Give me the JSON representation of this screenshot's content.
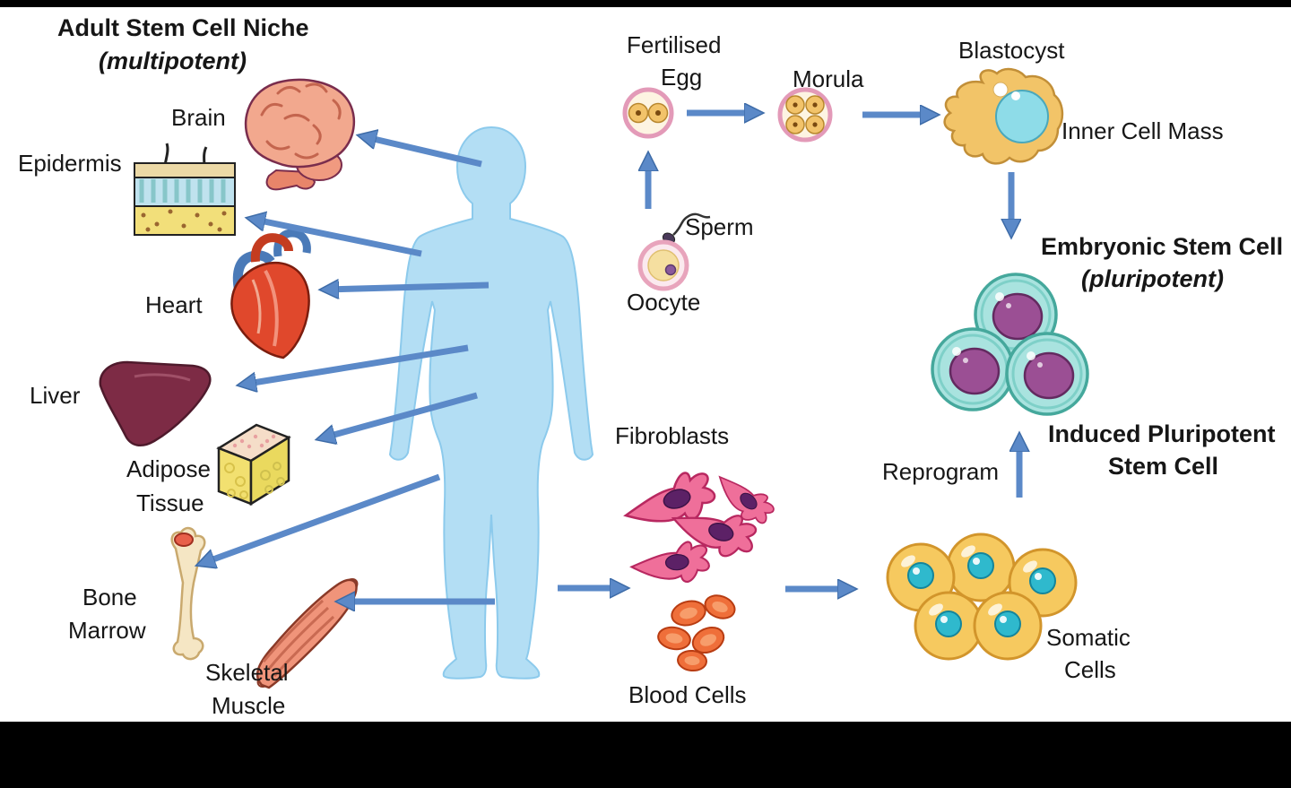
{
  "palette": {
    "arrow_blue": "#5b89c8",
    "body_blue": "#b3def4",
    "letterbox_black": "#000000",
    "esc_cell_teal": "#a9e3df",
    "esc_nucleus_purple": "#9b4f94",
    "somatic_yellow": "#f6c95f",
    "somatic_nucleus_teal": "#2fb9cd",
    "fibroblast_pink": "#ef6f9a",
    "blood_cell_orange": "#ef6f3a",
    "heart_red": "#e0482c",
    "liver_maroon": "#7d2b45"
  },
  "title": {
    "line1": "Adult Stem Cell Niche",
    "line2": "(multipotent)"
  },
  "adult_niche": {
    "brain": "Brain",
    "epidermis": "Epidermis",
    "heart": "Heart",
    "liver": "Liver",
    "adipose": {
      "line1": "Adipose",
      "line2": "Tissue"
    },
    "bone_marrow": {
      "line1": "Bone",
      "line2": "Marrow"
    },
    "skeletal_muscle": {
      "line1": "Skeletal",
      "line2": "Muscle"
    }
  },
  "embryonic_pathway": {
    "fertilised_egg": {
      "line1": "Fertilised",
      "line2": "Egg"
    },
    "morula": "Morula",
    "blastocyst": "Blastocyst",
    "inner_cell_mass": "Inner Cell Mass",
    "sperm": "Sperm",
    "oocyte": "Oocyte",
    "embryonic_stem_cell": {
      "line1": "Embryonic Stem Cell",
      "line2": "(pluripotent)"
    }
  },
  "ipsc_pathway": {
    "fibroblasts": "Fibroblasts",
    "blood_cells": "Blood Cells",
    "somatic_cells": {
      "line1": "Somatic",
      "line2": "Cells"
    },
    "reprogram": "Reprogram",
    "induced_pluripotent_stem_cell": {
      "line1": "Induced Pluripotent",
      "line2": "Stem Cell"
    }
  }
}
